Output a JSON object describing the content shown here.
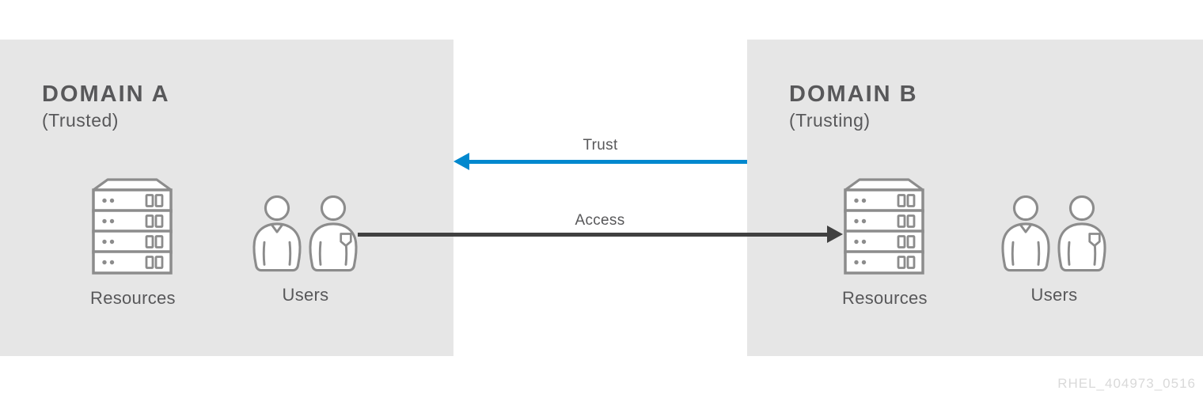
{
  "diagram": {
    "domain_a": {
      "title": "DOMAIN A",
      "subtitle": "(Trusted)",
      "resources_label": "Resources",
      "users_label": "Users"
    },
    "domain_b": {
      "title": "DOMAIN B",
      "subtitle": "(Trusting)",
      "resources_label": "Resources",
      "users_label": "Users"
    },
    "arrows": {
      "trust": {
        "label": "Trust",
        "direction": "right-to-left",
        "from": "DOMAIN B",
        "to": "DOMAIN A",
        "color": "#0088ce"
      },
      "access": {
        "label": "Access",
        "direction": "left-to-right",
        "from": "DOMAIN A Users",
        "to": "DOMAIN B Resources",
        "color": "#404040"
      }
    },
    "watermark": "RHEL_404973_0516"
  },
  "colors": {
    "panel_background": "#e6e6e6",
    "icon_stroke": "#8c8c8c",
    "text": "#58585a",
    "trust_arrow": "#0088ce",
    "access_arrow": "#404040",
    "watermark": "#d9d9d9"
  }
}
